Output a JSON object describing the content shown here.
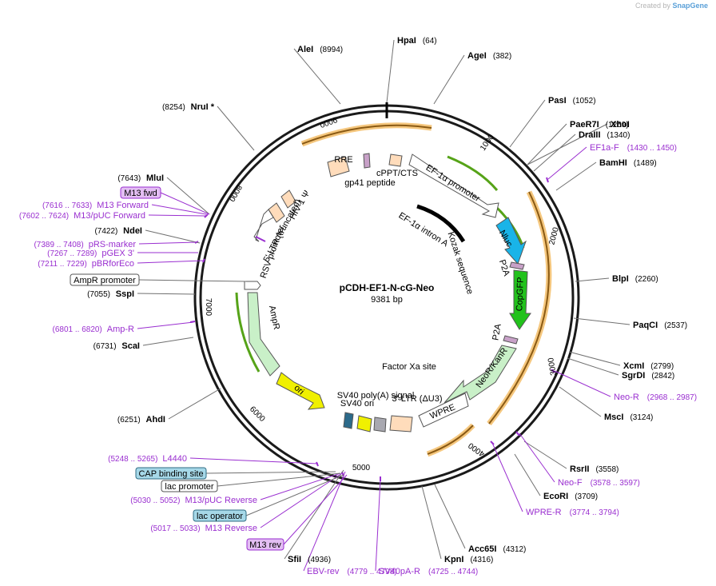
{
  "credit": {
    "prefix": "Created by",
    "brand": "SnapGene"
  },
  "plasmid": {
    "name": "pCDH-EF1-N-cG-Neo",
    "size": "9381 bp"
  },
  "ticks": [
    "1000",
    "2000",
    "3000",
    "4000",
    "5000",
    "6000",
    "7000",
    "8000",
    "9000"
  ],
  "sites": [
    {
      "name": "AleI",
      "pos": "(8994)"
    },
    {
      "name": "HpaI",
      "pos": "(64)"
    },
    {
      "name": "AgeI",
      "pos": "(382)"
    },
    {
      "name": "PasI",
      "pos": "(1052)"
    },
    {
      "name": "PaeR7I",
      "pos": "(1269)"
    },
    {
      "name": "XhoI",
      "pos": ""
    },
    {
      "name": "DraIII",
      "pos": "(1340)"
    },
    {
      "name": "BamHI",
      "pos": "(1489)"
    },
    {
      "name": "BlpI",
      "pos": "(2260)"
    },
    {
      "name": "PaqCI",
      "pos": "(2537)"
    },
    {
      "name": "XcmI",
      "pos": "(2799)"
    },
    {
      "name": "SgrDI",
      "pos": "(2842)"
    },
    {
      "name": "MscI",
      "pos": "(3124)"
    },
    {
      "name": "RsrII",
      "pos": "(3558)"
    },
    {
      "name": "EcoRI",
      "pos": "(3709)"
    },
    {
      "name": "Acc65I",
      "pos": "(4312)"
    },
    {
      "name": "KpnI",
      "pos": "(4316)"
    },
    {
      "name": "SfiI",
      "pos": "(4936)"
    },
    {
      "name": "AhdI",
      "pos": "(6251)"
    },
    {
      "name": "ScaI",
      "pos": "(6731)"
    },
    {
      "name": "SspI",
      "pos": "(7055)"
    },
    {
      "name": "NdeI",
      "pos": "(7422)"
    },
    {
      "name": "MluI",
      "pos": "(7643)"
    },
    {
      "name": "NruI *",
      "pos": "(8254)"
    }
  ],
  "primers": [
    {
      "name": "EF1a-F",
      "pos": "(1430 .. 1450)"
    },
    {
      "name": "Neo-R",
      "pos": "(2968 .. 2987)"
    },
    {
      "name": "Neo-F",
      "pos": "(3578 .. 3597)"
    },
    {
      "name": "WPRE-R",
      "pos": "(3774 .. 3794)"
    },
    {
      "name": "SV40pA-R",
      "pos": "(4725 .. 4744)"
    },
    {
      "name": "EBV-rev",
      "pos": "(4779 .. 4798)"
    },
    {
      "name": "M13 Reverse",
      "pos": "(5017 .. 5033)"
    },
    {
      "name": "M13/pUC Reverse",
      "pos": "(5030 .. 5052)"
    },
    {
      "name": "L4440",
      "pos": "(5248 .. 5265)"
    },
    {
      "name": "Amp-R",
      "pos": "(6801 .. 6820)"
    },
    {
      "name": "pBRforEco",
      "pos": "(7211 .. 7229)"
    },
    {
      "name": "pGEX 3'",
      "pos": "(7267 .. 7289)"
    },
    {
      "name": "pRS-marker",
      "pos": "(7389 .. 7408)"
    },
    {
      "name": "M13/pUC Forward",
      "pos": "(7602 .. 7624)"
    },
    {
      "name": "M13 Forward",
      "pos": "(7616 .. 7633)"
    }
  ],
  "boxed_features": [
    {
      "name": "M13 fwd",
      "style": "primer"
    },
    {
      "name": "AmpR promoter",
      "style": "plain"
    },
    {
      "name": "CAP binding site",
      "style": "blue"
    },
    {
      "name": "lac promoter",
      "style": "plain"
    },
    {
      "name": "lac operator",
      "style": "blue"
    },
    {
      "name": "M13 rev",
      "style": "primer"
    }
  ],
  "features": [
    {
      "name": "RRE"
    },
    {
      "name": "gp41 peptide"
    },
    {
      "name": "cPPT/CTS"
    },
    {
      "name": "EF-1α promoter"
    },
    {
      "name": "EF-1α intron A"
    },
    {
      "name": "Kozak sequence"
    },
    {
      "name": "Nluc"
    },
    {
      "name": "P2A"
    },
    {
      "name": "CopGFP"
    },
    {
      "name": "P2A"
    },
    {
      "name": "NeoR/KanR"
    },
    {
      "name": "Factor Xa site"
    },
    {
      "name": "WPRE"
    },
    {
      "name": "3' LTR (ΔU3)"
    },
    {
      "name": "SV40 poly(A) signal"
    },
    {
      "name": "SV40 ori"
    },
    {
      "name": "ori"
    },
    {
      "name": "AmpR"
    },
    {
      "name": "RSV promoter"
    },
    {
      "name": "5' LTR (truncated)"
    },
    {
      "name": "HIV-1 Ψ"
    }
  ],
  "colors": {
    "ring": "#1a1a1a",
    "enzyme": "#000000",
    "primer": "#9a2fd0",
    "line": "#707070",
    "orf_highlight": "#f5c77e",
    "feature_arrow": "#8a5a14",
    "green_arrow": "#56a318",
    "nluc": "#19b4e8",
    "copgfp": "#22c21c",
    "neokan": "#c9f0c8",
    "ampr": "#c9f0c8",
    "ori": "#f0f000",
    "ltr": "#ffdcbb"
  }
}
